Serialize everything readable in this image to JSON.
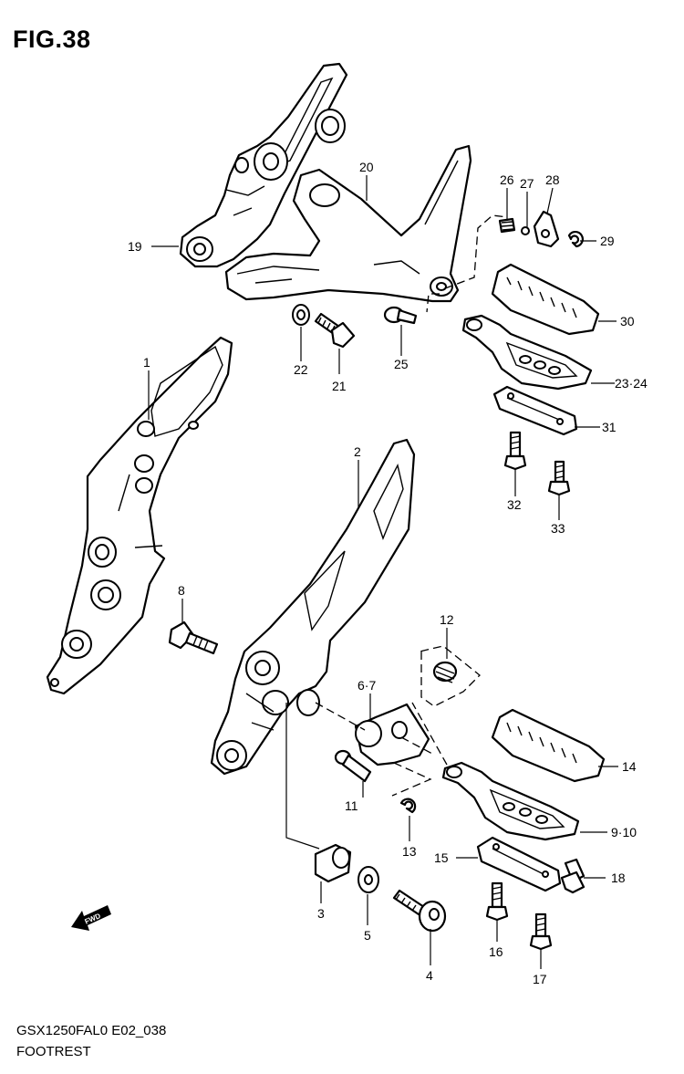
{
  "header": {
    "figure_title": "FIG.38"
  },
  "footer": {
    "code": "GSX1250FAL0 E02_038",
    "name": "FOOTREST"
  },
  "fwd_arrow": {
    "label": "FWD"
  },
  "callouts": {
    "c1": "1",
    "c2": "2",
    "c3": "3",
    "c4": "4",
    "c5": "5",
    "c67": "6·7",
    "c8": "8",
    "c910": "9·10",
    "c11": "11",
    "c12": "12",
    "c13": "13",
    "c14": "14",
    "c15": "15",
    "c16": "16",
    "c17": "17",
    "c18": "18",
    "c19": "19",
    "c20": "20",
    "c21": "21",
    "c22": "22",
    "c2324": "23·24",
    "c25": "25",
    "c26": "26",
    "c27": "27",
    "c28": "28",
    "c29": "29",
    "c30": "30",
    "c31": "31",
    "c32": "32",
    "c33": "33"
  }
}
